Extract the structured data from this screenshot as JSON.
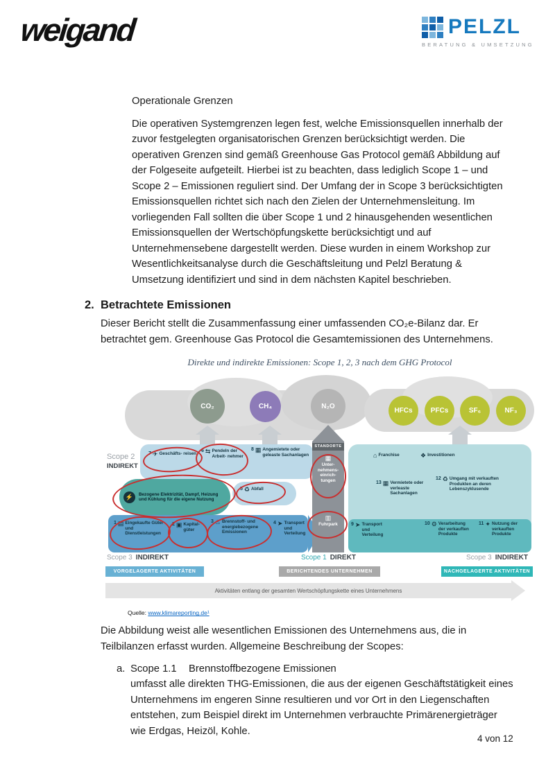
{
  "header": {
    "weigand": "weigand",
    "pelzl_name": "PELZL",
    "pelzl_subtitle": "BERATUNG & UMSETZUNG"
  },
  "body": {
    "intro_heading": "Operationale Grenzen",
    "intro_paragraph": "Die operativen Systemgrenzen legen fest, welche Emissionsquellen innerhalb der zuvor festgelegten organisatorischen Grenzen berücksichtigt werden. Die operativen Grenzen sind gemäß Greenhouse Gas Protocol gemäß Abbildung auf der Folgeseite aufgeteilt. Hierbei ist zu beachten, dass lediglich Scope 1 – und Scope 2 – Emissionen reguliert sind. Der Umfang der in Scope 3 berücksichtigten Emissionsquellen richtet sich nach den Zielen der Unternehmensleitung. Im vorliegenden Fall sollten die über Scope 1 und 2 hinausgehenden wesentlichen Emissionsquellen der Wertschöpfungskette berücksichtigt und auf Unternehmensebene dargestellt werden. Diese wurden in einem Workshop zur Wesentlichkeitsanalyse durch die Geschäftsleitung und Pelzl Beratung & Umsetzung identifiziert und sind in dem nächsten Kapitel beschrieben.",
    "section": {
      "number": "2.",
      "title": "Betrachtete Emissionen",
      "lead": "Dieser Bericht stellt die Zusammenfassung einer umfassenden CO₂e-Bilanz dar. Er betrachtet gem. Greenhouse Gas Protocol die Gesamtemissionen des Unternehmens."
    },
    "after_figure": "Die Abbildung weist alle wesentlichen Emissionen des Unternehmens aus, die in Teilbilanzen erfasst wurden. Allgemeine Beschreibung der Scopes:",
    "item_a": {
      "marker": "a.",
      "term": "Scope 1.1",
      "title": "Brennstoffbezogene Emissionen",
      "description": "umfasst alle direkten THG-Emissionen, die aus der eigenen Geschäftstätigkeit eines Unternehmens im engeren Sinne resultieren und vor Ort in den Liegenschaften entstehen, zum Beispiel direkt im Unternehmen verbrauchte Primärenergieträger wie Erdgas, Heizöl, Kohle."
    }
  },
  "figure": {
    "title": "Direkte und indirekte Emissionen: Scope 1, 2, 3 nach dem GHG Protocol",
    "source_label": "Quelle:",
    "source_link": "www.klimareporting.de¹",
    "standorte_label": "STANDORTE",
    "value_chain_arrow": "Aktivitäten entlang der gesamten Wertschöpfungskette eines Unternehmens",
    "gases": [
      {
        "label": "CO₂"
      },
      {
        "label": "CH₄"
      },
      {
        "label": "N₂O"
      },
      {
        "label": "HFCs"
      },
      {
        "label": "PFCs"
      },
      {
        "label": "SF₆"
      },
      {
        "label": "NF₃"
      }
    ],
    "scopes": {
      "scope2": {
        "name": "Scope 2",
        "type": "INDIREKT"
      },
      "upstream": {
        "name": "Scope 3",
        "type": "INDIREKT",
        "banner": "VORGELAGERTE AKTIVITÄTEN"
      },
      "direct": {
        "name": "Scope 1",
        "type": "DIREKT",
        "banner": "BERICHTENDES UNTERNEHMEN"
      },
      "downstream": {
        "name": "Scope 3",
        "type": "INDIREKT",
        "banner": "NACHGELAGERTE AKTIVITÄTEN"
      }
    },
    "scope2_icon": "⚡",
    "scope2_item": "Bezogene Elektrizität, Dampf, Heizung und Kühlung für die eigene Nutzung",
    "items": [
      {
        "num": "7",
        "icon": "✈",
        "label": "Geschäfts- reisen"
      },
      {
        "num": "6",
        "icon": "⇆",
        "label": "Pendeln der Arbeit- nehmer"
      },
      {
        "num": "8",
        "icon": "▦",
        "label": "Angemietete oder geleaste Sachanlagen"
      },
      {
        "num": "5",
        "icon": "♻",
        "label": "Abfall"
      },
      {
        "num": "1",
        "icon": "▤",
        "label": "Eingekaufte Güter und Dienstleistungen"
      },
      {
        "num": "2",
        "icon": "▣",
        "label": "Kapital- güter"
      },
      {
        "num": "3",
        "icon": "♨",
        "label": "Brennstoff- und energiebezogene Emissionen"
      },
      {
        "num": "4",
        "icon": "➤",
        "label": "Transport und Verteilung"
      },
      {
        "num": "",
        "icon": "▦",
        "label": "Unter- nehmens- einrich- tungen"
      },
      {
        "num": "",
        "icon": "▥",
        "label": "Fuhrpark"
      },
      {
        "num": "9",
        "icon": "➤",
        "label": "Transport und Verteilung"
      },
      {
        "num": "",
        "icon": "⌂",
        "label": "Franchise"
      },
      {
        "num": "",
        "icon": "❖",
        "label": "Investitionen"
      },
      {
        "num": "13",
        "icon": "▦",
        "label": "Vermietete oder verleaste Sachanlagen"
      },
      {
        "num": "12",
        "icon": "♻",
        "label": "Umgang mit verkauften Produkten an deren Lebenszyklusende"
      },
      {
        "num": "10",
        "icon": "⚙",
        "label": "Verarbeitung der verkauften Produkte"
      },
      {
        "num": "11",
        "icon": "✦",
        "label": "Nutzung der verkauften Produkte"
      }
    ],
    "colors": {
      "teal_accent": "#2fb7b7",
      "light_blue": "#68b1d4",
      "gray_banner": "#a9a9a9",
      "annotation_red": "#c92f2f",
      "gas_lime": "#b9c335",
      "gas_purple": "#8d7bb8"
    }
  },
  "footer": {
    "page_number": "4 von 12"
  }
}
